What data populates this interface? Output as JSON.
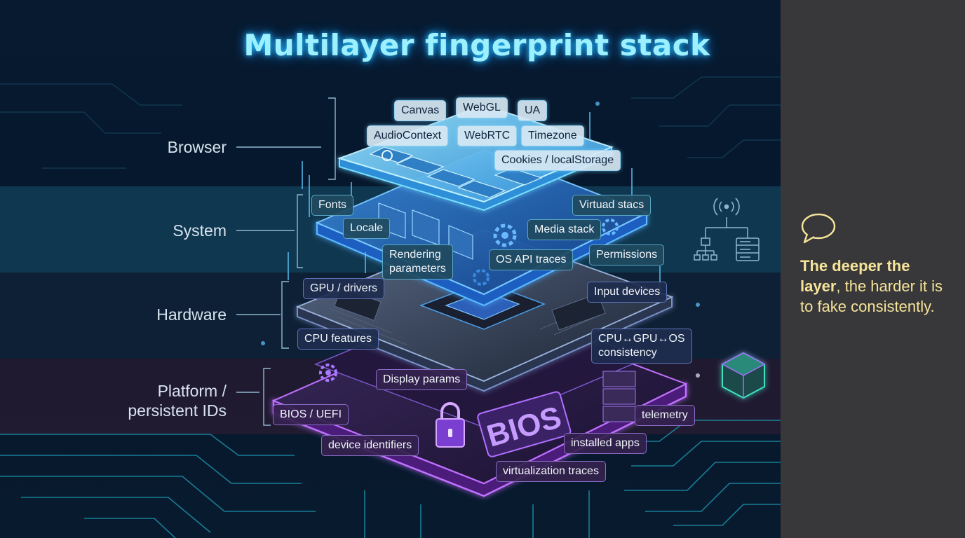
{
  "title": "Multilayer fingerprint stack",
  "layers": {
    "browser": {
      "label": "Browser",
      "chips": [
        "Canvas",
        "WebGL",
        "UA",
        "AudioContext",
        "WebRTC",
        "Timezone",
        "Cookies / localStorage"
      ]
    },
    "system": {
      "label": "System",
      "chips": [
        "Fonts",
        "Virtuad stacs",
        "Locale",
        "Media stack",
        "Rendering\nparameters",
        "OS API traces",
        "Permissions"
      ]
    },
    "hardware": {
      "label": "Hardware",
      "chips": [
        "GPU / drivers",
        "Input devices",
        "CPU features",
        "CPU↔GPU↔OS\nconsistency"
      ]
    },
    "platform": {
      "label": "Platform /\npersistent IDs",
      "chips": [
        "Display params",
        "BIOS / UEFI",
        "telemetry",
        "device identifiers",
        "installed apps",
        "virtualization traces"
      ],
      "bios_mark": "BIOS"
    }
  },
  "callout": {
    "bold": "The deeper the layer",
    "rest": ", the harder it is to fake consistently."
  },
  "colors": {
    "browser": "#4fc9ff",
    "system": "#2f8cff",
    "hardware": "#3a66e0",
    "platform": "#a35cff",
    "callout": "#f5e49a",
    "title_glow": "#25c8ff"
  },
  "icons": [
    "chat-bubble-icon",
    "wireless-signal-icon",
    "network-tree-icon",
    "server-icon",
    "glowing-cube-icon",
    "padlock-icon",
    "gear-icon",
    "folder-icon",
    "chip-icon"
  ]
}
